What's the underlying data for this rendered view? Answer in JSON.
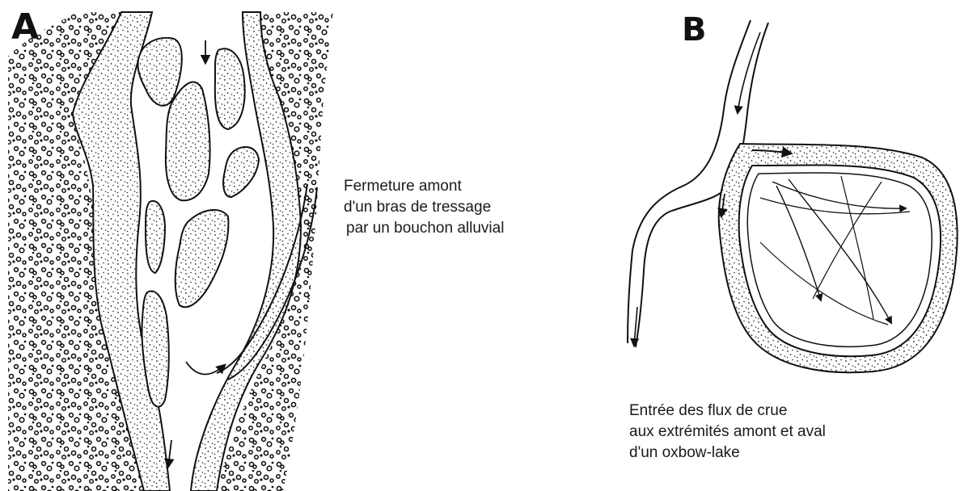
{
  "panel_a": {
    "label": "A",
    "caption_lines": [
      "Fermeture amont",
      "d'un bras de tressage",
      "par un bouchon alluvial"
    ]
  },
  "panel_b": {
    "label": "B",
    "caption_lines": [
      "Entrée des flux de crue",
      "aux extrémités amont et aval",
      "d'un oxbow-lake"
    ]
  },
  "colors": {
    "ink": "#111111",
    "paper": "#ffffff"
  }
}
